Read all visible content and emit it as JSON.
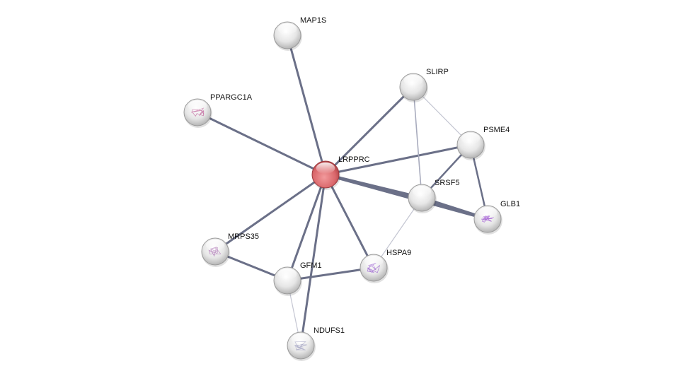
{
  "network": {
    "focus_color": "#d95e63",
    "node_color": "#e8e8e8",
    "edge_color": "#6b7088",
    "nodes": [
      {
        "id": "LRPPRC",
        "label": "LRPPRC",
        "focus": true
      },
      {
        "id": "MAP1S",
        "label": "MAP1S"
      },
      {
        "id": "SLIRP",
        "label": "SLIRP"
      },
      {
        "id": "PPARGC1A",
        "label": "PPARGC1A",
        "structure": true,
        "structure_color": "#c0609a"
      },
      {
        "id": "PSME4",
        "label": "PSME4"
      },
      {
        "id": "SRSF5",
        "label": "SRSF5"
      },
      {
        "id": "GLB1",
        "label": "GLB1",
        "structure": true,
        "structure_color": "#9a4fd0"
      },
      {
        "id": "MRPS35",
        "label": "MRPS35",
        "structure": true,
        "structure_color": "#b07ab8"
      },
      {
        "id": "HSPA9",
        "label": "HSPA9",
        "structure": true,
        "structure_color": "#9a5fd0"
      },
      {
        "id": "GFM1",
        "label": "GFM1"
      },
      {
        "id": "NDUFS1",
        "label": "NDUFS1",
        "structure": true,
        "structure_color": "#a0a0c0"
      }
    ],
    "edges": [
      {
        "a": "LRPPRC",
        "b": "MAP1S",
        "strength": 2
      },
      {
        "a": "LRPPRC",
        "b": "SLIRP",
        "strength": 2
      },
      {
        "a": "LRPPRC",
        "b": "PPARGC1A",
        "strength": 2
      },
      {
        "a": "LRPPRC",
        "b": "PSME4",
        "strength": 2
      },
      {
        "a": "LRPPRC",
        "b": "SRSF5",
        "strength": 3
      },
      {
        "a": "LRPPRC",
        "b": "GLB1",
        "strength": 3
      },
      {
        "a": "LRPPRC",
        "b": "MRPS35",
        "strength": 2
      },
      {
        "a": "LRPPRC",
        "b": "GFM1",
        "strength": 2
      },
      {
        "a": "LRPPRC",
        "b": "HSPA9",
        "strength": 2
      },
      {
        "a": "LRPPRC",
        "b": "NDUFS1",
        "strength": 2
      },
      {
        "a": "SLIRP",
        "b": "SRSF5",
        "strength": 1
      },
      {
        "a": "SLIRP",
        "b": "PSME4",
        "strength": 0
      },
      {
        "a": "PSME4",
        "b": "SRSF5",
        "strength": 1.5
      },
      {
        "a": "PSME4",
        "b": "GLB1",
        "strength": 1.5
      },
      {
        "a": "SRSF5",
        "b": "GLB1",
        "strength": 3
      },
      {
        "a": "SRSF5",
        "b": "HSPA9",
        "strength": 0
      },
      {
        "a": "MRPS35",
        "b": "GFM1",
        "strength": 2
      },
      {
        "a": "GFM1",
        "b": "HSPA9",
        "strength": 2
      },
      {
        "a": "GFM1",
        "b": "NDUFS1",
        "strength": 0
      }
    ]
  }
}
